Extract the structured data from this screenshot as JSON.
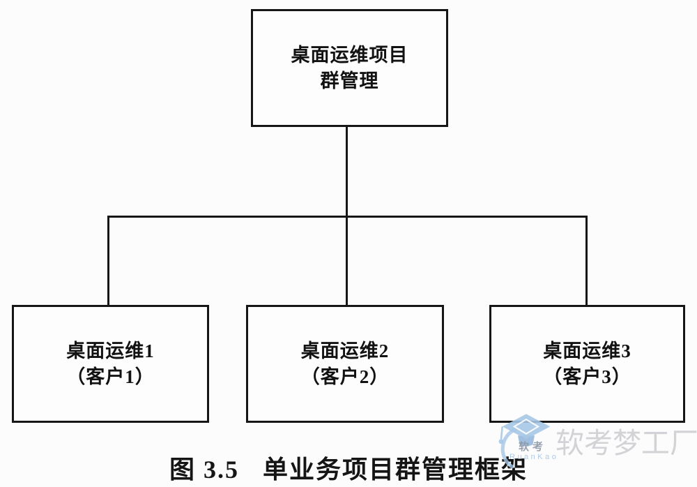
{
  "page": {
    "background": "#fcfcfc"
  },
  "diagram": {
    "line_color": "#161616",
    "root_box": {
      "line1": "桌面运维项目",
      "line2": "群管理"
    },
    "child_boxes": [
      {
        "line1": "桌面运维1",
        "line2": "（客户1）"
      },
      {
        "line1": "桌面运维2",
        "line2": "（客户2）"
      },
      {
        "line1": "桌面运维3",
        "line2": "（客户3）"
      }
    ],
    "caption": {
      "prefix": "图 3.5",
      "title": "单业务项目群管理框架"
    }
  },
  "watermark": {
    "logo_label": "软考",
    "logo_sublabel": "RuanKao",
    "brand_text": "软考梦工厂",
    "logo_blue": "#a6c6e6",
    "logo_blue_dark": "#8fb4da",
    "logo_label_color": "#8d98a6",
    "logo_sublabel_color": "#aac8e6",
    "brand_color": "#d3d3d7"
  }
}
